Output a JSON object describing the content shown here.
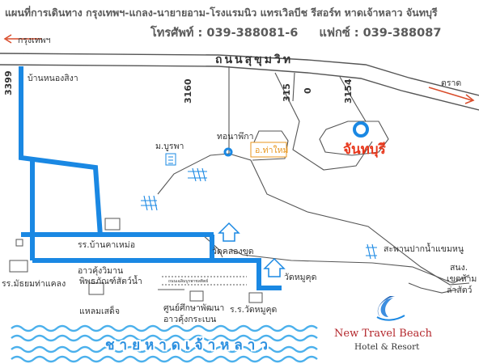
{
  "header": {
    "title": "แผนที่การเดินทาง กรุงเทพฯ-แกลง-นายายอาม-โรงแรมนิว แทรเวิลบีช รีสอร์ท หาดเจ้าหลาว จันทบุรี",
    "phone_label": "โทรศัพท์ :",
    "phone_value": "039-388081-6",
    "fax_label": "แฟกซ์ :",
    "fax_value": "039-388087"
  },
  "directions": {
    "bangkok": "กรุงเทพฯ",
    "trat": "ตราด"
  },
  "roads": {
    "sukhumvit": "ถนนสุขุมวิท",
    "r3399": "3399",
    "r3160": "3160",
    "r315": "315",
    "r0": "0",
    "r3154": "3154"
  },
  "places": {
    "ban_nong_sing": "บ้านหนองสิงา",
    "m_burapha": "ม.บูรพา",
    "thonaphikha": "ทอนาพึกา",
    "o_tha_mai": "อ.ท่าใหม่",
    "chanthaburi": "จันทบุรี",
    "school_ban_kha": "รร.บ้านคาเหม่อ",
    "wat_klong": "วัดคลองขุด",
    "aow_kung": "อาวคุ้งวิมาน",
    "museum": "พิพธภัณฑ์สัตว์น้ำ",
    "wat_mu": "วัดหมูคุด",
    "school_mathayom": "รร.มัธยมท่าแคลง",
    "laem_sadet": "แหลมเสด็จ",
    "study_center": "ศูนย์ศึกษาพัฒนา",
    "study_center_2": "อาวคุ้งกระเบน",
    "school_wat_mu": "ร.ร.วัดหมูคุด",
    "bridge": "สะพานปากน้ำแขมหนู",
    "wildlife_1": "สนง.",
    "wildlife_2": "เขตห้าม",
    "wildlife_3": "ล่าสัตว์",
    "small_road_text": "ถนนเฉลิมบูรพาชลทิตย์",
    "beach": "ชายหาดเจ้าหลาว"
  },
  "logo": {
    "name": "New Travel Beach",
    "sub": "Hotel & Resort"
  },
  "colors": {
    "road_main": "#1a88e3",
    "road_thin": "#3c7fc6",
    "line_dark": "#4a4a4a",
    "title_gray": "#5a5a5a",
    "marker_red": "#e8361a",
    "beach_label": "#2b90e0",
    "wave": "#4bb0ec",
    "logo_red": "#b3262b",
    "district_orange": "#e8961e"
  },
  "icons": [
    "arrow-left-icon",
    "arrow-right-icon",
    "temple-icon",
    "bridge-icon",
    "building-icon",
    "city-marker-icon",
    "logo-icon",
    "wave-icon"
  ]
}
